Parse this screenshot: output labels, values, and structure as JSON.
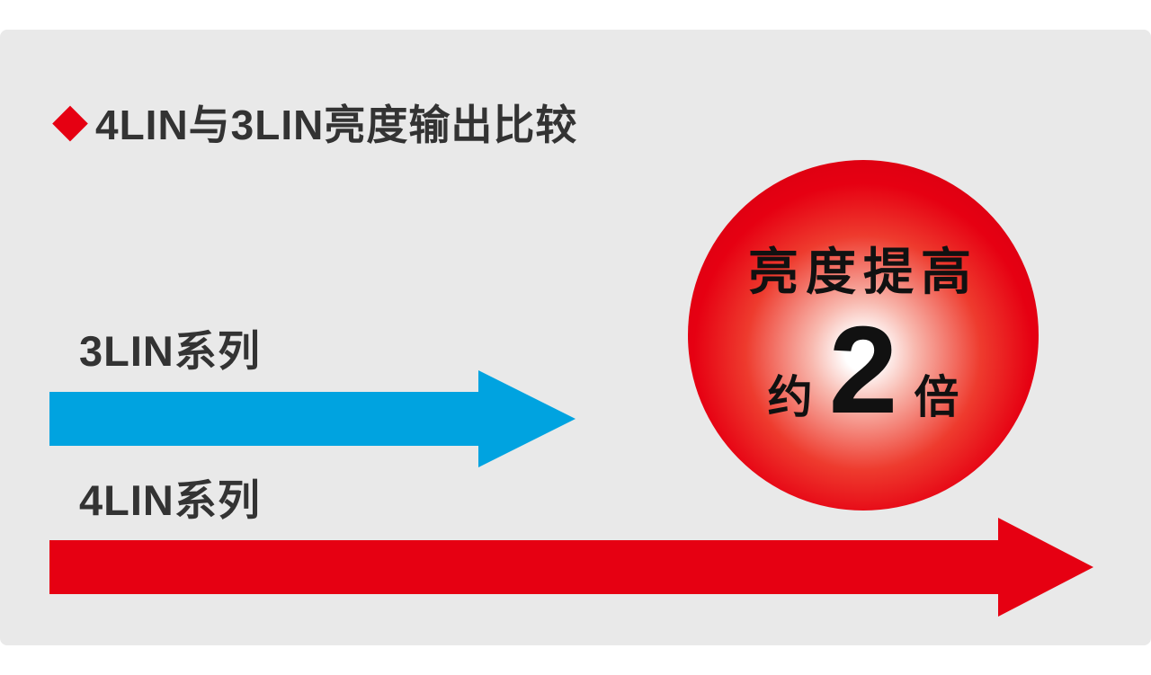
{
  "title": {
    "bullet": "◆",
    "text": "4LIN与3LIN亮度输出比较"
  },
  "series": {
    "s3": {
      "label": "3LIN系列",
      "color": "#00a3e0"
    },
    "s4": {
      "label": "4LIN系列",
      "color": "#e60012"
    }
  },
  "badge": {
    "line1": "亮度提高",
    "prefix": "约",
    "value": "2",
    "suffix": "倍"
  },
  "colors": {
    "background": "#e9e9e9",
    "accent_red": "#e60012",
    "accent_blue": "#00a3e0",
    "text": "#333333",
    "badge_text": "#111111"
  }
}
